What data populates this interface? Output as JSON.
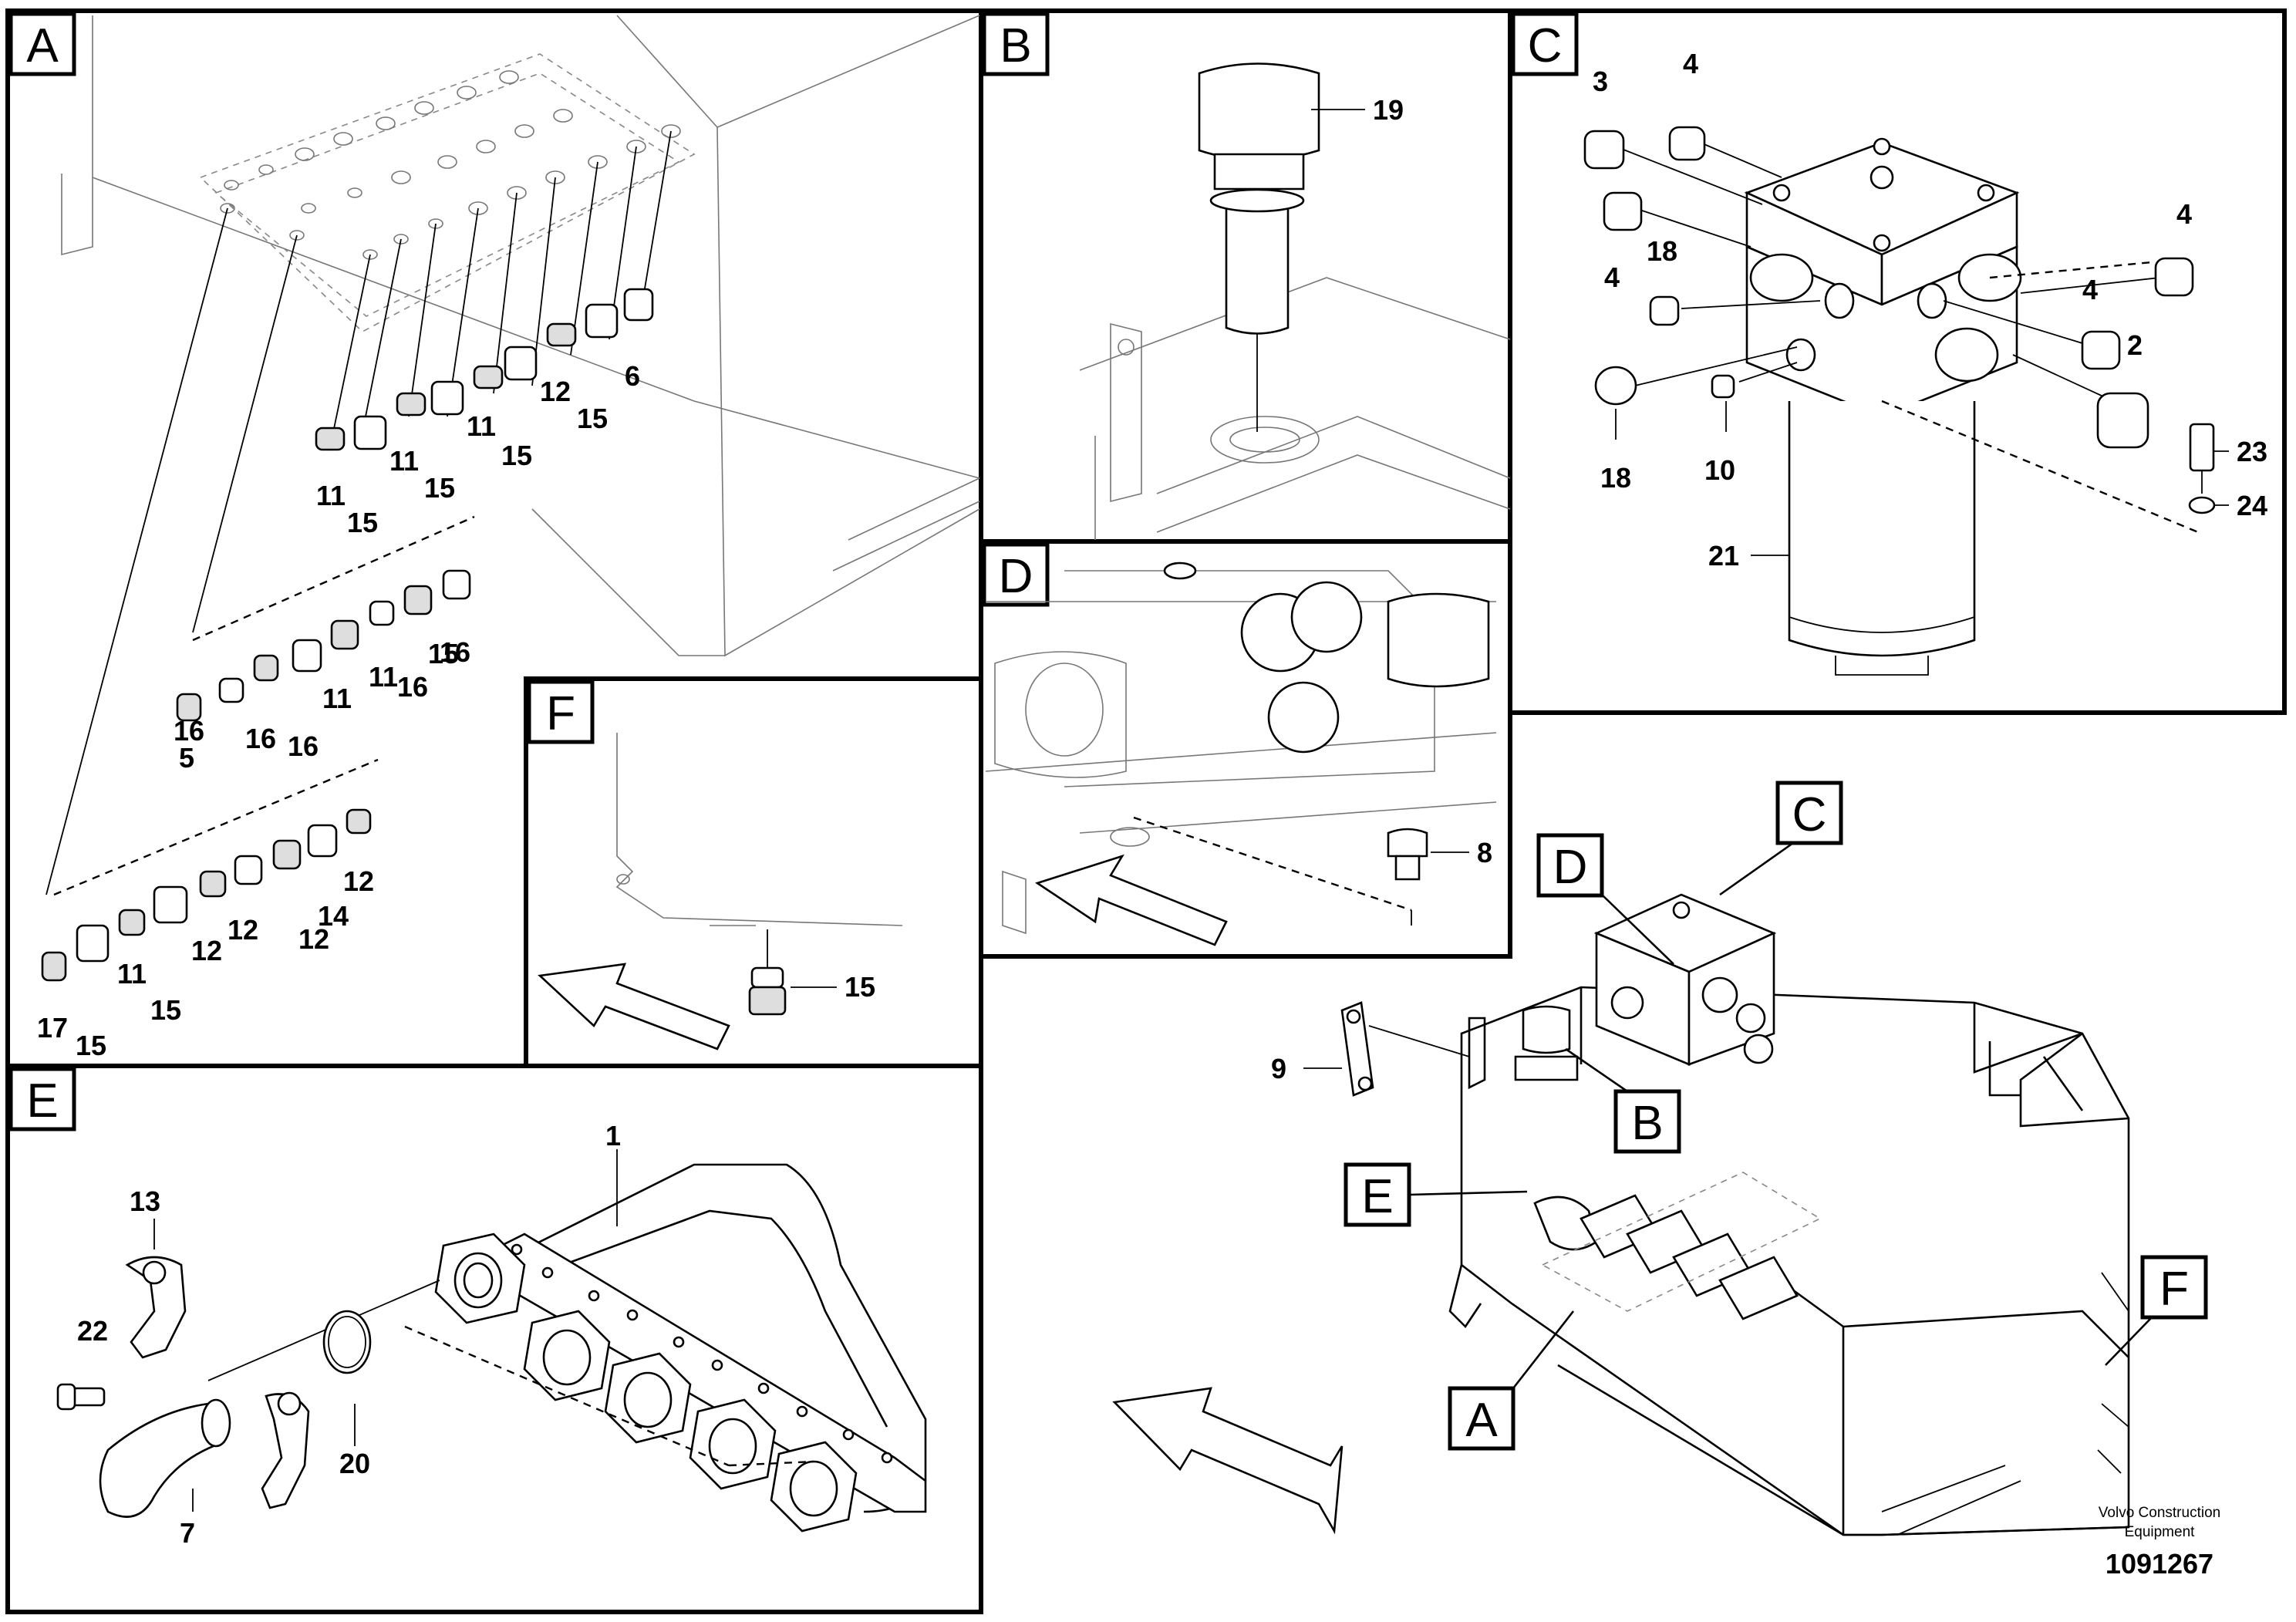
{
  "panels": {
    "A": {
      "label": "A",
      "callouts": [
        "6",
        "15",
        "12",
        "15",
        "11",
        "15",
        "11",
        "15",
        "11",
        "15",
        "11",
        "16",
        "16",
        "11",
        "16",
        "16",
        "5",
        "16",
        "12",
        "14",
        "12",
        "12",
        "12",
        "11",
        "15",
        "17",
        "15"
      ]
    },
    "B": {
      "label": "B",
      "callouts": [
        "19"
      ]
    },
    "C": {
      "label": "C",
      "callouts": [
        "3",
        "4",
        "4",
        "18",
        "4",
        "4",
        "2",
        "18",
        "10",
        "23",
        "24",
        "21"
      ]
    },
    "D": {
      "label": "D",
      "callouts": [
        "8"
      ]
    },
    "E": {
      "label": "E",
      "callouts": [
        "1",
        "13",
        "22",
        "20",
        "7"
      ]
    },
    "F": {
      "label": "F",
      "callouts": [
        "15"
      ]
    }
  },
  "overview": {
    "labels": [
      "C",
      "D",
      "B",
      "E",
      "A",
      "F"
    ],
    "callouts": [
      "9"
    ]
  },
  "footer": {
    "brand_line1": "Volvo Construction",
    "brand_line2": "Equipment",
    "drawing_number": "1091267"
  }
}
